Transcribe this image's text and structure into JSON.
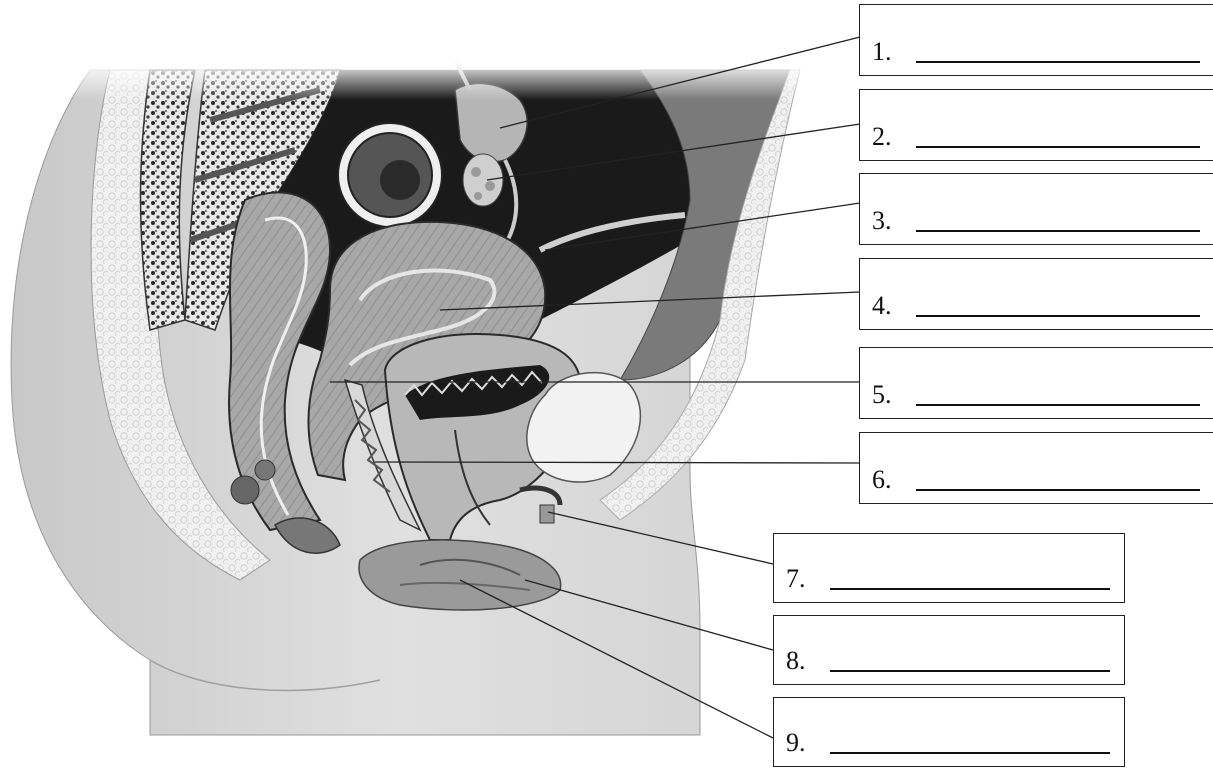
{
  "diagram": {
    "labels": [
      {
        "number": "1."
      },
      {
        "number": "2."
      },
      {
        "number": "3."
      },
      {
        "number": "4."
      },
      {
        "number": "5."
      },
      {
        "number": "6."
      },
      {
        "number": "7."
      },
      {
        "number": "8."
      },
      {
        "number": "9."
      }
    ]
  },
  "colors": {
    "background": "#ffffff",
    "body_light": "#d9d9d9",
    "tissue_mid": "#9a9a9a",
    "tissue_dark": "#3a3a3a",
    "cavity": "#111111",
    "leader_line": "#222222"
  }
}
